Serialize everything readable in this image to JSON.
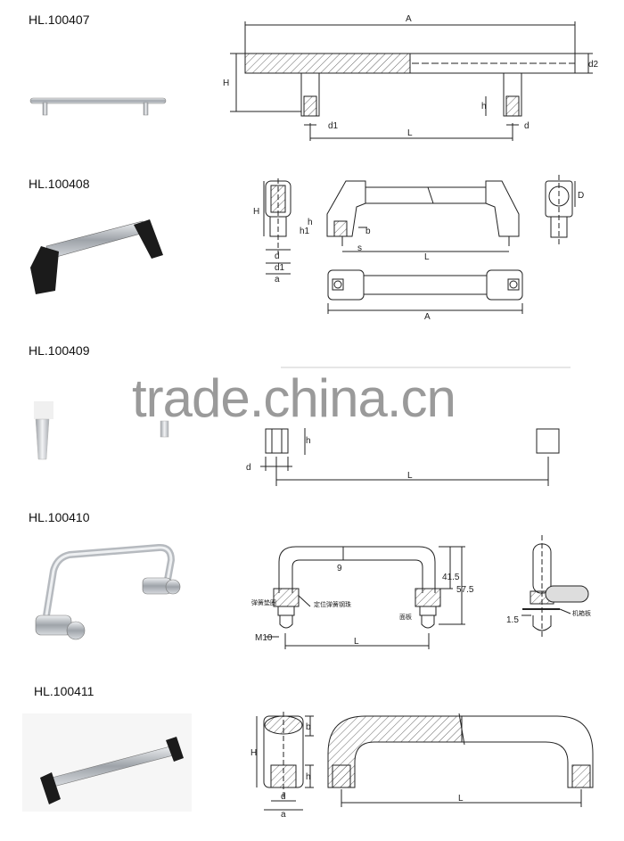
{
  "products": [
    {
      "code": "HL.100407",
      "dims": {
        "A": "A",
        "H": "H",
        "d2": "d2",
        "h": "h",
        "d1": "d1",
        "d": "d",
        "L": "L"
      }
    },
    {
      "code": "HL.100408",
      "dims": {
        "H": "H",
        "h": "h",
        "h1": "h1",
        "b": "b",
        "s": "s",
        "d": "d",
        "d1": "d1",
        "a": "a",
        "L": "L",
        "A": "A",
        "D": "D"
      }
    },
    {
      "code": "HL.100409",
      "dims": {
        "h": "h",
        "d": "d",
        "L": "L"
      }
    },
    {
      "code": "HL.100410",
      "dims": {
        "t9": "9",
        "t415": "41.5",
        "t575": "57.5",
        "L": "L",
        "M10": "M10",
        "t15": "1.5",
        "spring_washer": "弹簧垫圈",
        "positioning_spring": "定位弹簧钢珠",
        "cabinet_plate": "机箱板",
        "panel_small": "面板"
      }
    },
    {
      "code": "HL.100411",
      "dims": {
        "H": "H",
        "b": "b",
        "h": "h",
        "d": "d",
        "a": "a",
        "L": "L"
      }
    }
  ],
  "watermark": "trade.china.cn",
  "colors": {
    "line": "#222222",
    "hatch": "#555555",
    "metal": "#c9ccd0",
    "dark": "#1b1b1b"
  }
}
